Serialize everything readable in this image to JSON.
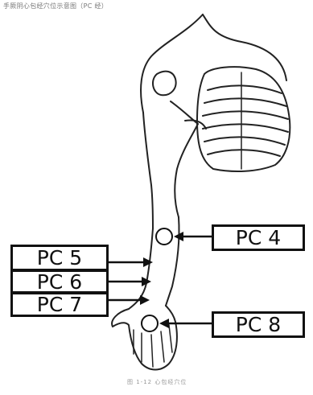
{
  "header": {
    "caption": "手厥阴心包经穴位示意图（PC 经）"
  },
  "footer": {
    "caption": "图 1-12    心包经穴位"
  },
  "labels": [
    {
      "id": "pc5",
      "text": "PC 5"
    },
    {
      "id": "pc6",
      "text": "PC 6"
    },
    {
      "id": "pc7",
      "text": "PC 7"
    },
    {
      "id": "pc4",
      "text": "PC 4"
    },
    {
      "id": "pc8",
      "text": "PC 8"
    }
  ],
  "colors": {
    "ink": "#111111",
    "background": "#ffffff"
  }
}
